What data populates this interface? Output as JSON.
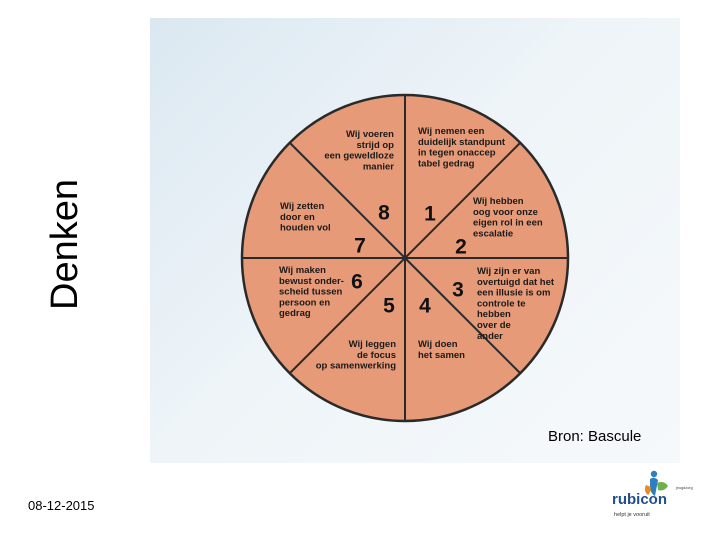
{
  "title": "Denken",
  "source": "Bron: Bascule",
  "date": "08-12-2015",
  "logo": {
    "name": "rubicon",
    "tagline": "helpt je vooruit",
    "top_text": "jeugdzorg",
    "brand_color": "#1f4f8f"
  },
  "colors": {
    "wheel_fill": "#e79a78",
    "wheel_stroke": "#2a2a2a",
    "background_wash": "#e3edf4"
  },
  "segments": [
    {
      "num": "1",
      "text": [
        "Wij nemen een",
        "duidelijk standpunt",
        "in tegen onaccep",
        "tabel gedrag"
      ]
    },
    {
      "num": "2",
      "text": [
        "Wij  hebben",
        "oog voor onze",
        "eigen rol in een",
        "escalatie"
      ]
    },
    {
      "num": "3",
      "text": [
        "Wij zijn er van",
        "overtuigd dat het",
        "een illusie is om",
        "controle te",
        "hebben",
        "over de",
        "ander"
      ]
    },
    {
      "num": "4",
      "text": [
        "Wij doen",
        "het samen"
      ]
    },
    {
      "num": "5",
      "text": [
        "Wij leggen",
        "de focus",
        "op samenwerking"
      ]
    },
    {
      "num": "6",
      "text": [
        "Wij maken",
        "bewust onder-",
        "scheid tussen",
        "persoon en",
        "gedrag"
      ]
    },
    {
      "num": "7",
      "text": [
        "Wij zetten",
        "door en",
        "houden vol"
      ]
    },
    {
      "num": "8",
      "text": [
        "Wij voeren",
        "strijd op",
        "een geweldloze",
        "manier"
      ]
    }
  ]
}
